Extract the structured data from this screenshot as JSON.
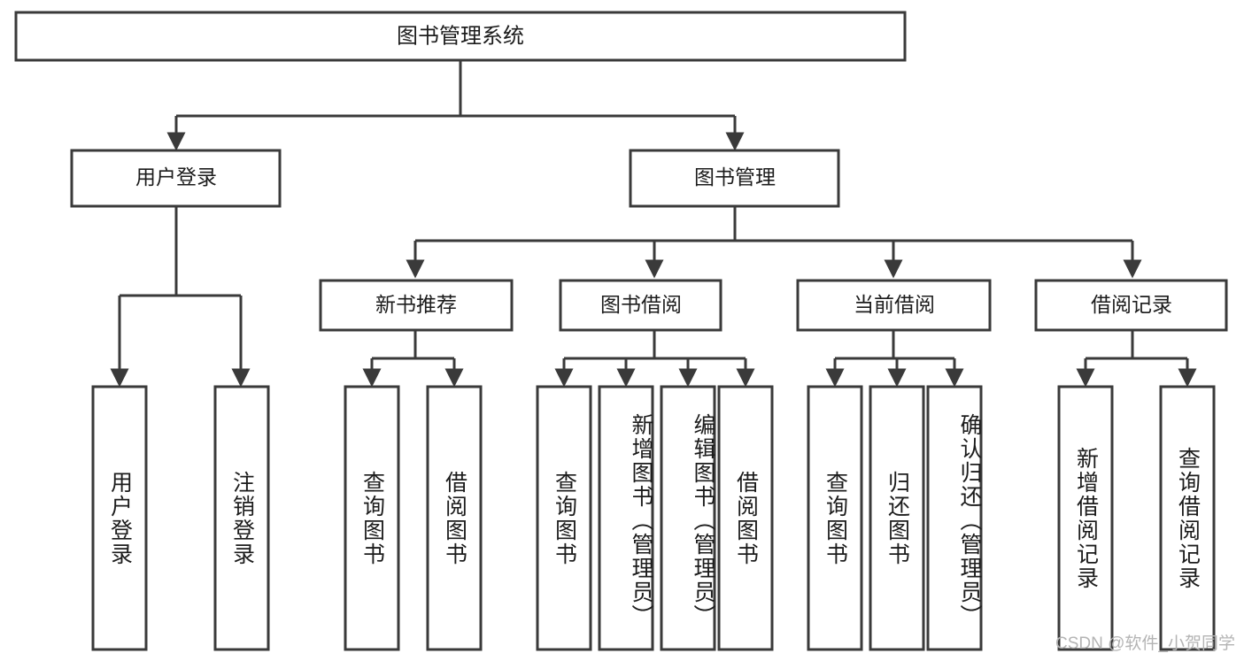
{
  "diagram": {
    "title": "图书管理系统",
    "type": "hierarchy-tree",
    "root": {
      "label": "图书管理系统"
    },
    "level2": [
      {
        "label": "用户登录"
      },
      {
        "label": "图书管理"
      }
    ],
    "level3": [
      {
        "label": "新书推荐"
      },
      {
        "label": "图书借阅"
      },
      {
        "label": "当前借阅"
      },
      {
        "label": "借阅记录"
      }
    ],
    "leaves": {
      "user_login": [
        {
          "label": "用户登录"
        },
        {
          "label": "注销登录"
        }
      ],
      "new_book_recommend": [
        {
          "label": "查询图书"
        },
        {
          "label": "借阅图书"
        }
      ],
      "book_borrow": [
        {
          "label": "查询图书"
        },
        {
          "label": "新增图书（管理员）"
        },
        {
          "label": "编辑图书（管理员）"
        },
        {
          "label": "借阅图书"
        }
      ],
      "current_borrow": [
        {
          "label": "查询图书"
        },
        {
          "label": "归还图书"
        },
        {
          "label": "确认归还（管理员）"
        }
      ],
      "borrow_record": [
        {
          "label": "新增借阅记录"
        },
        {
          "label": "查询借阅记录"
        }
      ]
    }
  },
  "watermark": {
    "text": "CSDN @软件_小贺同学"
  },
  "colors": {
    "stroke": "#3a3a3a",
    "fill": "#ffffff",
    "text": "#1c1c1c",
    "watermark": "#b4b4b4"
  }
}
